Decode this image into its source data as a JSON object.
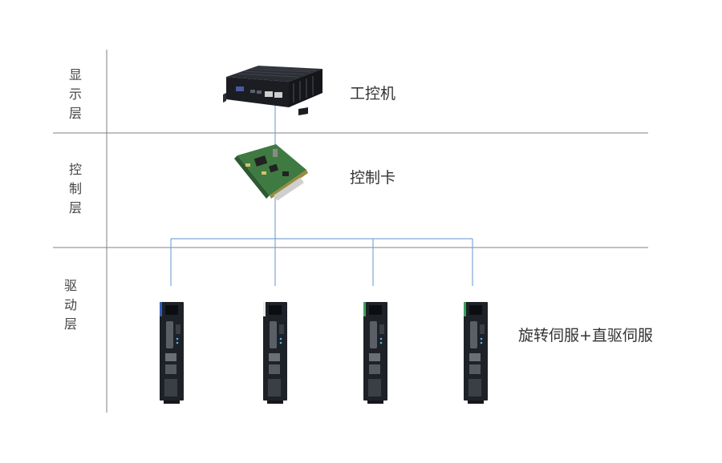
{
  "layers": [
    {
      "label": "显\n示\n层"
    },
    {
      "label": "控\n制\n层"
    },
    {
      "label": "驱\n动\n层"
    }
  ],
  "devices": {
    "ipc": {
      "label": "工控机"
    },
    "control_card": {
      "label": "控制卡"
    },
    "servo": {
      "label": "旋转伺服+直驱伺服",
      "count": 4
    }
  },
  "colors": {
    "divider": "#808080",
    "connector": "#7ea6d8",
    "device_body": "#1e2127",
    "pcb": "#3f7a43"
  }
}
